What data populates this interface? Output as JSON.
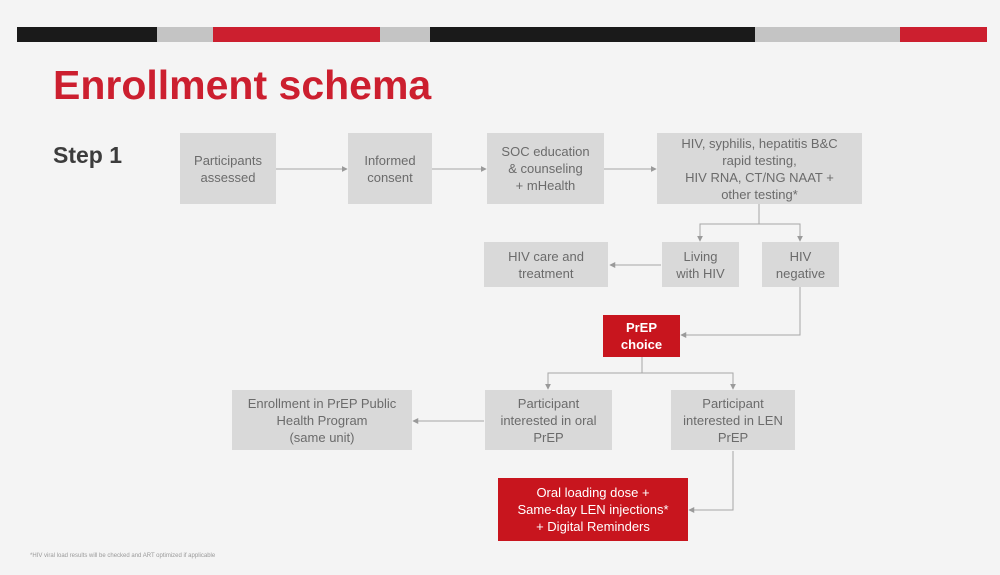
{
  "slide": {
    "title": "Enrollment schema",
    "step_label": "Step 1",
    "footnote": "*HIV viral load results will be checked and ART optimized if applicable",
    "colors": {
      "accent_red": "#cc1f2f",
      "box_red": "#c8151e",
      "box_gray": "#d9d9d9",
      "bar_black": "#1a1a1a",
      "bar_gray": "#c4c4c4"
    }
  },
  "nodes": {
    "participants_assessed": "Participants\nassessed",
    "informed_consent": "Informed\nconsent",
    "soc_education": "SOC education\n& counseling\n+ mHealth",
    "testing": "HIV, syphilis, hepatitis B&C\nrapid testing,\nHIV RNA, CT/NG NAAT +\nother testing*",
    "hiv_care": "HIV care and\ntreatment",
    "living_with_hiv": "Living\nwith HIV",
    "hiv_negative": "HIV\nnegative",
    "prep_choice": "PrEP\nchoice",
    "enrollment_public": "Enrollment in PrEP Public\nHealth Program\n(same unit)",
    "interested_oral": "Participant\ninterested in oral\nPrEP",
    "interested_len": "Participant\ninterested in LEN\nPrEP",
    "oral_loading": "Oral loading dose +\nSame-day LEN injections*\n+ Digital Reminders"
  }
}
